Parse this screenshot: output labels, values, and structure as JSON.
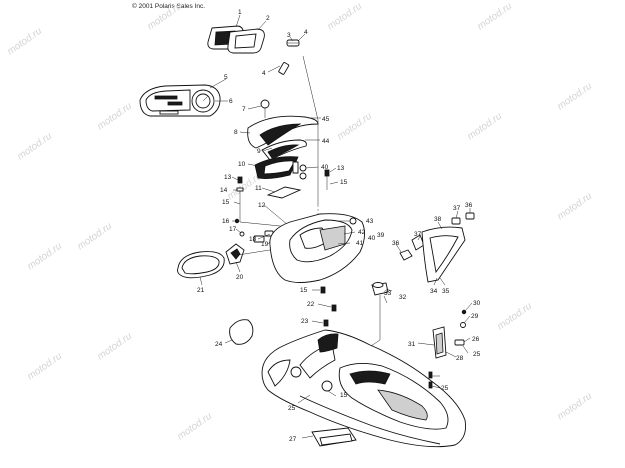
{
  "copyright": "© 2001 Polaris Sales Inc.",
  "watermark": "motod.ru",
  "callouts": {
    "c1": "1",
    "c2": "2",
    "c3": "3",
    "c4a": "4",
    "c4b": "4",
    "c5": "5",
    "c6": "6",
    "c7": "7",
    "c8": "8",
    "c9": "9",
    "c10": "10",
    "c11": "11",
    "c12": "12",
    "c13a": "13",
    "c13b": "13",
    "c14": "14",
    "c15a": "15",
    "c15b": "15",
    "c15c": "15",
    "c15d": "15",
    "c16": "16",
    "c17": "17",
    "c18": "18",
    "c19": "19",
    "c20": "20",
    "c21": "21",
    "c22": "22",
    "c23": "23",
    "c24": "24",
    "c25a": "25",
    "c25b": "25",
    "c25c": "25",
    "c26": "26",
    "c27": "27",
    "c28": "28",
    "c29": "29",
    "c30": "30",
    "c31": "31",
    "c32": "32",
    "c33": "33",
    "c34": "34",
    "c35": "35",
    "c36a": "36",
    "c36b": "36",
    "c37a": "37",
    "c37b": "37",
    "c38": "38",
    "c39": "39",
    "c40a": "40",
    "c40b": "40",
    "c41": "41",
    "c42": "42",
    "c43": "43",
    "c44": "44",
    "c45": "45"
  }
}
